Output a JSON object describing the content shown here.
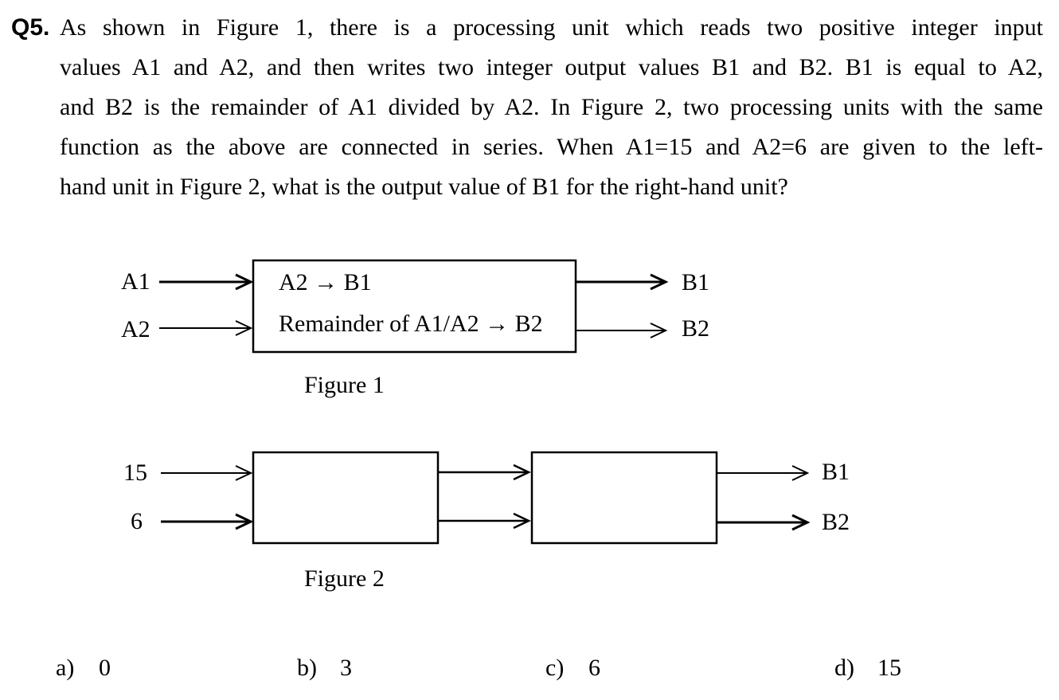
{
  "meta": {
    "background_color": "#ffffff",
    "ink_color": "#000000"
  },
  "question": {
    "number": "Q5.",
    "lines": [
      "As shown in Figure 1, there is a processing unit which reads two positive integer input",
      "values A1 and A2, and then writes two integer output values B1 and B2. B1 is equal to A2,",
      "and B2 is the remainder of A1 divided by A2. In Figure 2, two processing units with the same",
      "function as the above are connected in series. When A1=15 and A2=6 are given to the left-",
      "hand unit in Figure 2, what is the output value of B1 for the right-hand unit?"
    ]
  },
  "figure1": {
    "caption": "Figure 1",
    "input_labels": [
      "A1",
      "A2"
    ],
    "box_lines": [
      "A2 → B1",
      "Remainder of A1/A2 → B2"
    ],
    "output_labels": [
      "B1",
      "B2"
    ]
  },
  "figure2": {
    "caption": "Figure 2",
    "input_labels": [
      "15",
      "6"
    ],
    "output_labels": [
      "B1",
      "B2"
    ]
  },
  "options": [
    {
      "letter": "a)",
      "value": "0"
    },
    {
      "letter": "b)",
      "value": "3"
    },
    {
      "letter": "c)",
      "value": "6"
    },
    {
      "letter": "d)",
      "value": "15"
    }
  ]
}
